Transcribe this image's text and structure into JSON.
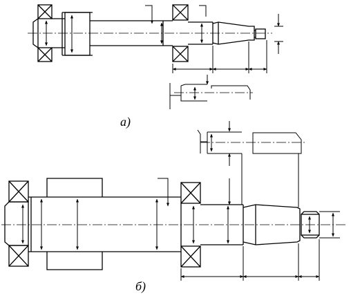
{
  "figures": [
    {
      "id": "a",
      "caption": "а)"
    },
    {
      "id": "b",
      "caption": "б)"
    }
  ],
  "colors": {
    "stroke": "#000000",
    "background": "#ffffff"
  }
}
